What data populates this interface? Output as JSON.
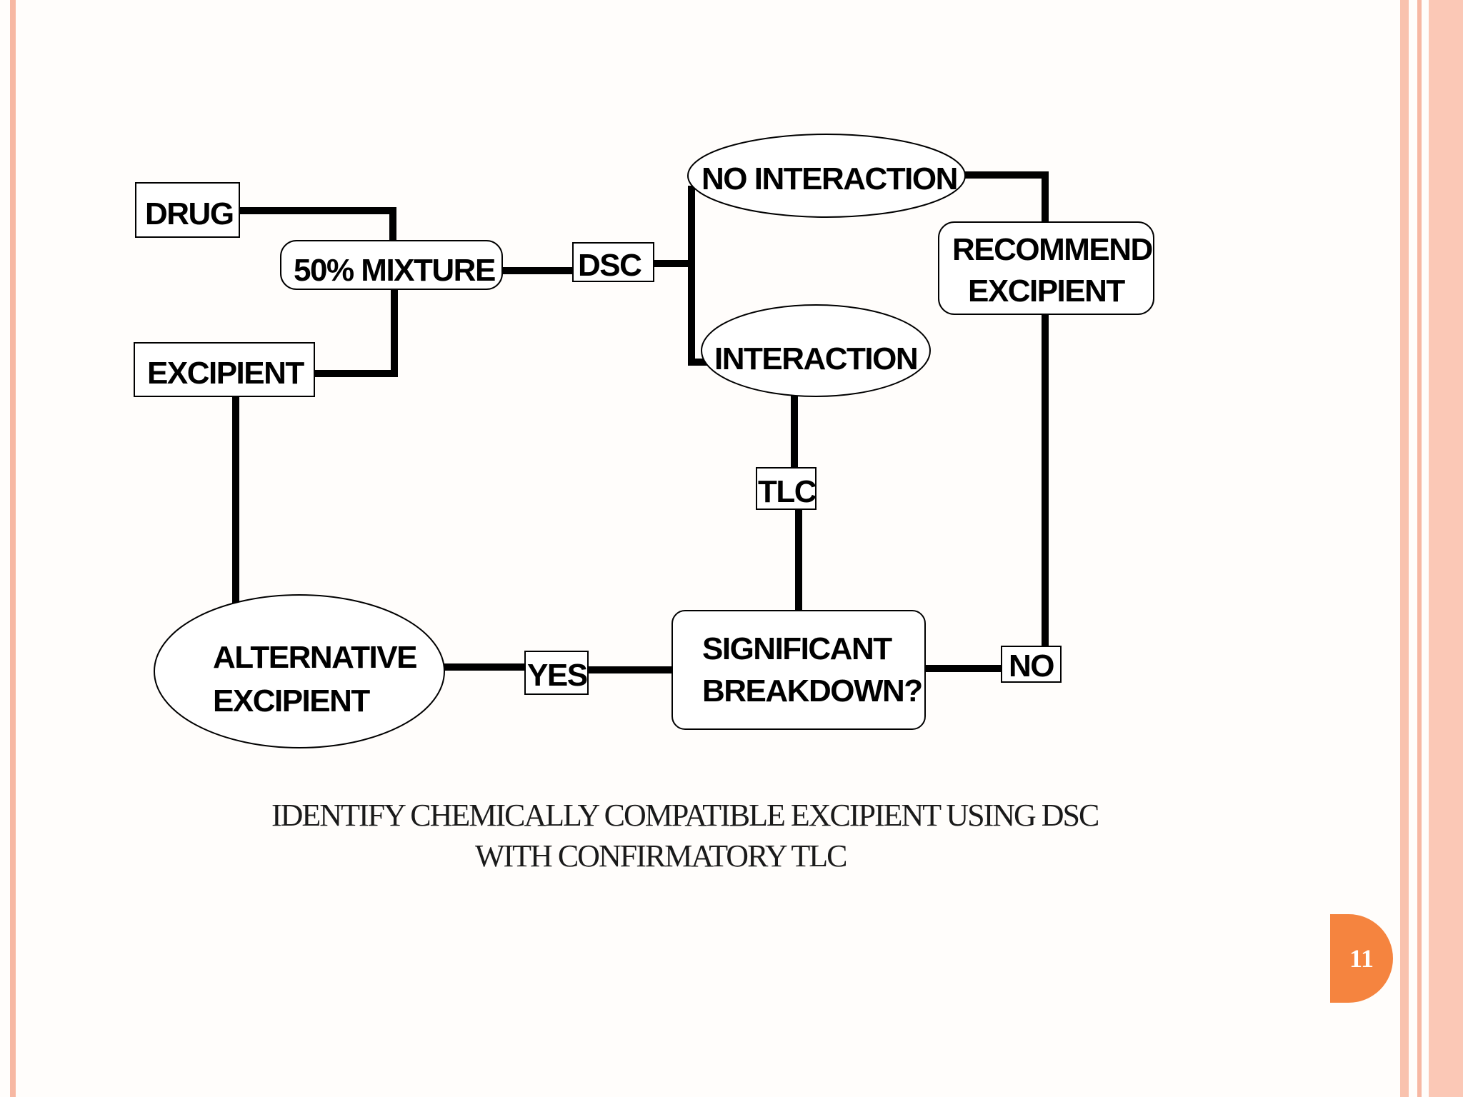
{
  "diagram": {
    "nodes": {
      "drug": "DRUG",
      "mixture": "50% MIXTURE",
      "excipient": "EXCIPIENT",
      "dsc": "DSC",
      "no_interaction": "NO INTERACTION",
      "interaction": "INTERACTION",
      "recommend_line1": "RECOMMEND",
      "recommend_line2": "EXCIPIENT",
      "tlc": "TLC",
      "breakdown_line1": "SIGNIFICANT",
      "breakdown_line2": "BREAKDOWN?",
      "alternative_line1": "ALTERNATIVE",
      "alternative_line2": "EXCIPIENT",
      "yes": "YES",
      "no": "NO"
    },
    "caption_line1": "IDENTIFY CHEMICALLY COMPATIBLE EXCIPIENT USING DSC",
    "caption_line2": "WITH CONFIRMATORY TLC"
  },
  "page_number": "11",
  "colors": {
    "accent": "#f5843f",
    "border": "#f7b8a3",
    "line": "#000000"
  }
}
